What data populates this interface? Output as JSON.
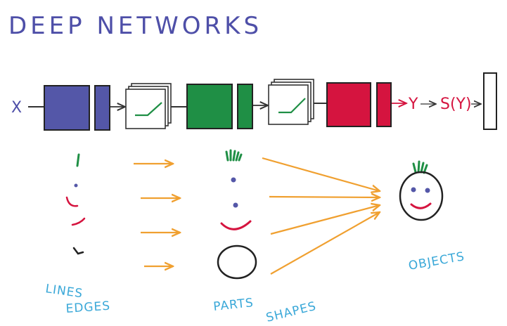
{
  "title": "DEEP NETWORKS",
  "pipeline": {
    "input_label": "X",
    "output_label": "Y",
    "softmax_label": "S(Y)",
    "colors": {
      "layer1": "#5457a8",
      "layer2": "#1f8f45",
      "layer3": "#d5143f",
      "ink": "#4e4fa8",
      "red_ink": "#d5143f"
    }
  },
  "features": {
    "captions": {
      "lines": "LINES",
      "edges": "EDGES",
      "parts": "PARTS",
      "shapes": "SHAPES",
      "objects": "OBJECTS"
    },
    "colors": {
      "arrow": "#f0a030",
      "caption": "#3aa8d8",
      "hair": "#1f8f45",
      "eye": "#5457a8",
      "mouth": "#d5143f"
    }
  }
}
